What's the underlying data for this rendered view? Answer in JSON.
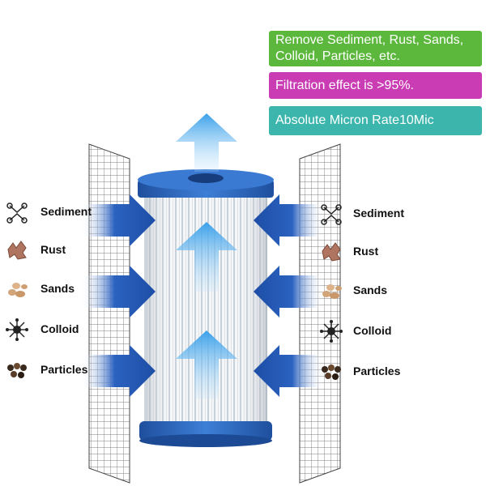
{
  "badges": {
    "remove": "Remove Sediment, Rust, Sands, Colloid, Particles, etc.",
    "effect": "Filtration effect is >95%.",
    "micron": "Absolute Micron Rate10Mic"
  },
  "contaminants_left": [
    "Sediment",
    "Rust",
    "Sands",
    "Colloid",
    "Particles"
  ],
  "contaminants_right": [
    "Sediment",
    "Rust",
    "Sands",
    "Colloid",
    "Particles"
  ],
  "colors": {
    "green": "#5cb83c",
    "magenta": "#c93cb4",
    "teal": "#3cb6ad",
    "cap_blue": "#2f6cc4",
    "arrow_blue": "#1f5bb8",
    "flow_blue": "#5fb7ee"
  },
  "icons": [
    "sediment-icon",
    "rust-icon",
    "sands-icon",
    "colloid-icon",
    "particles-icon"
  ]
}
